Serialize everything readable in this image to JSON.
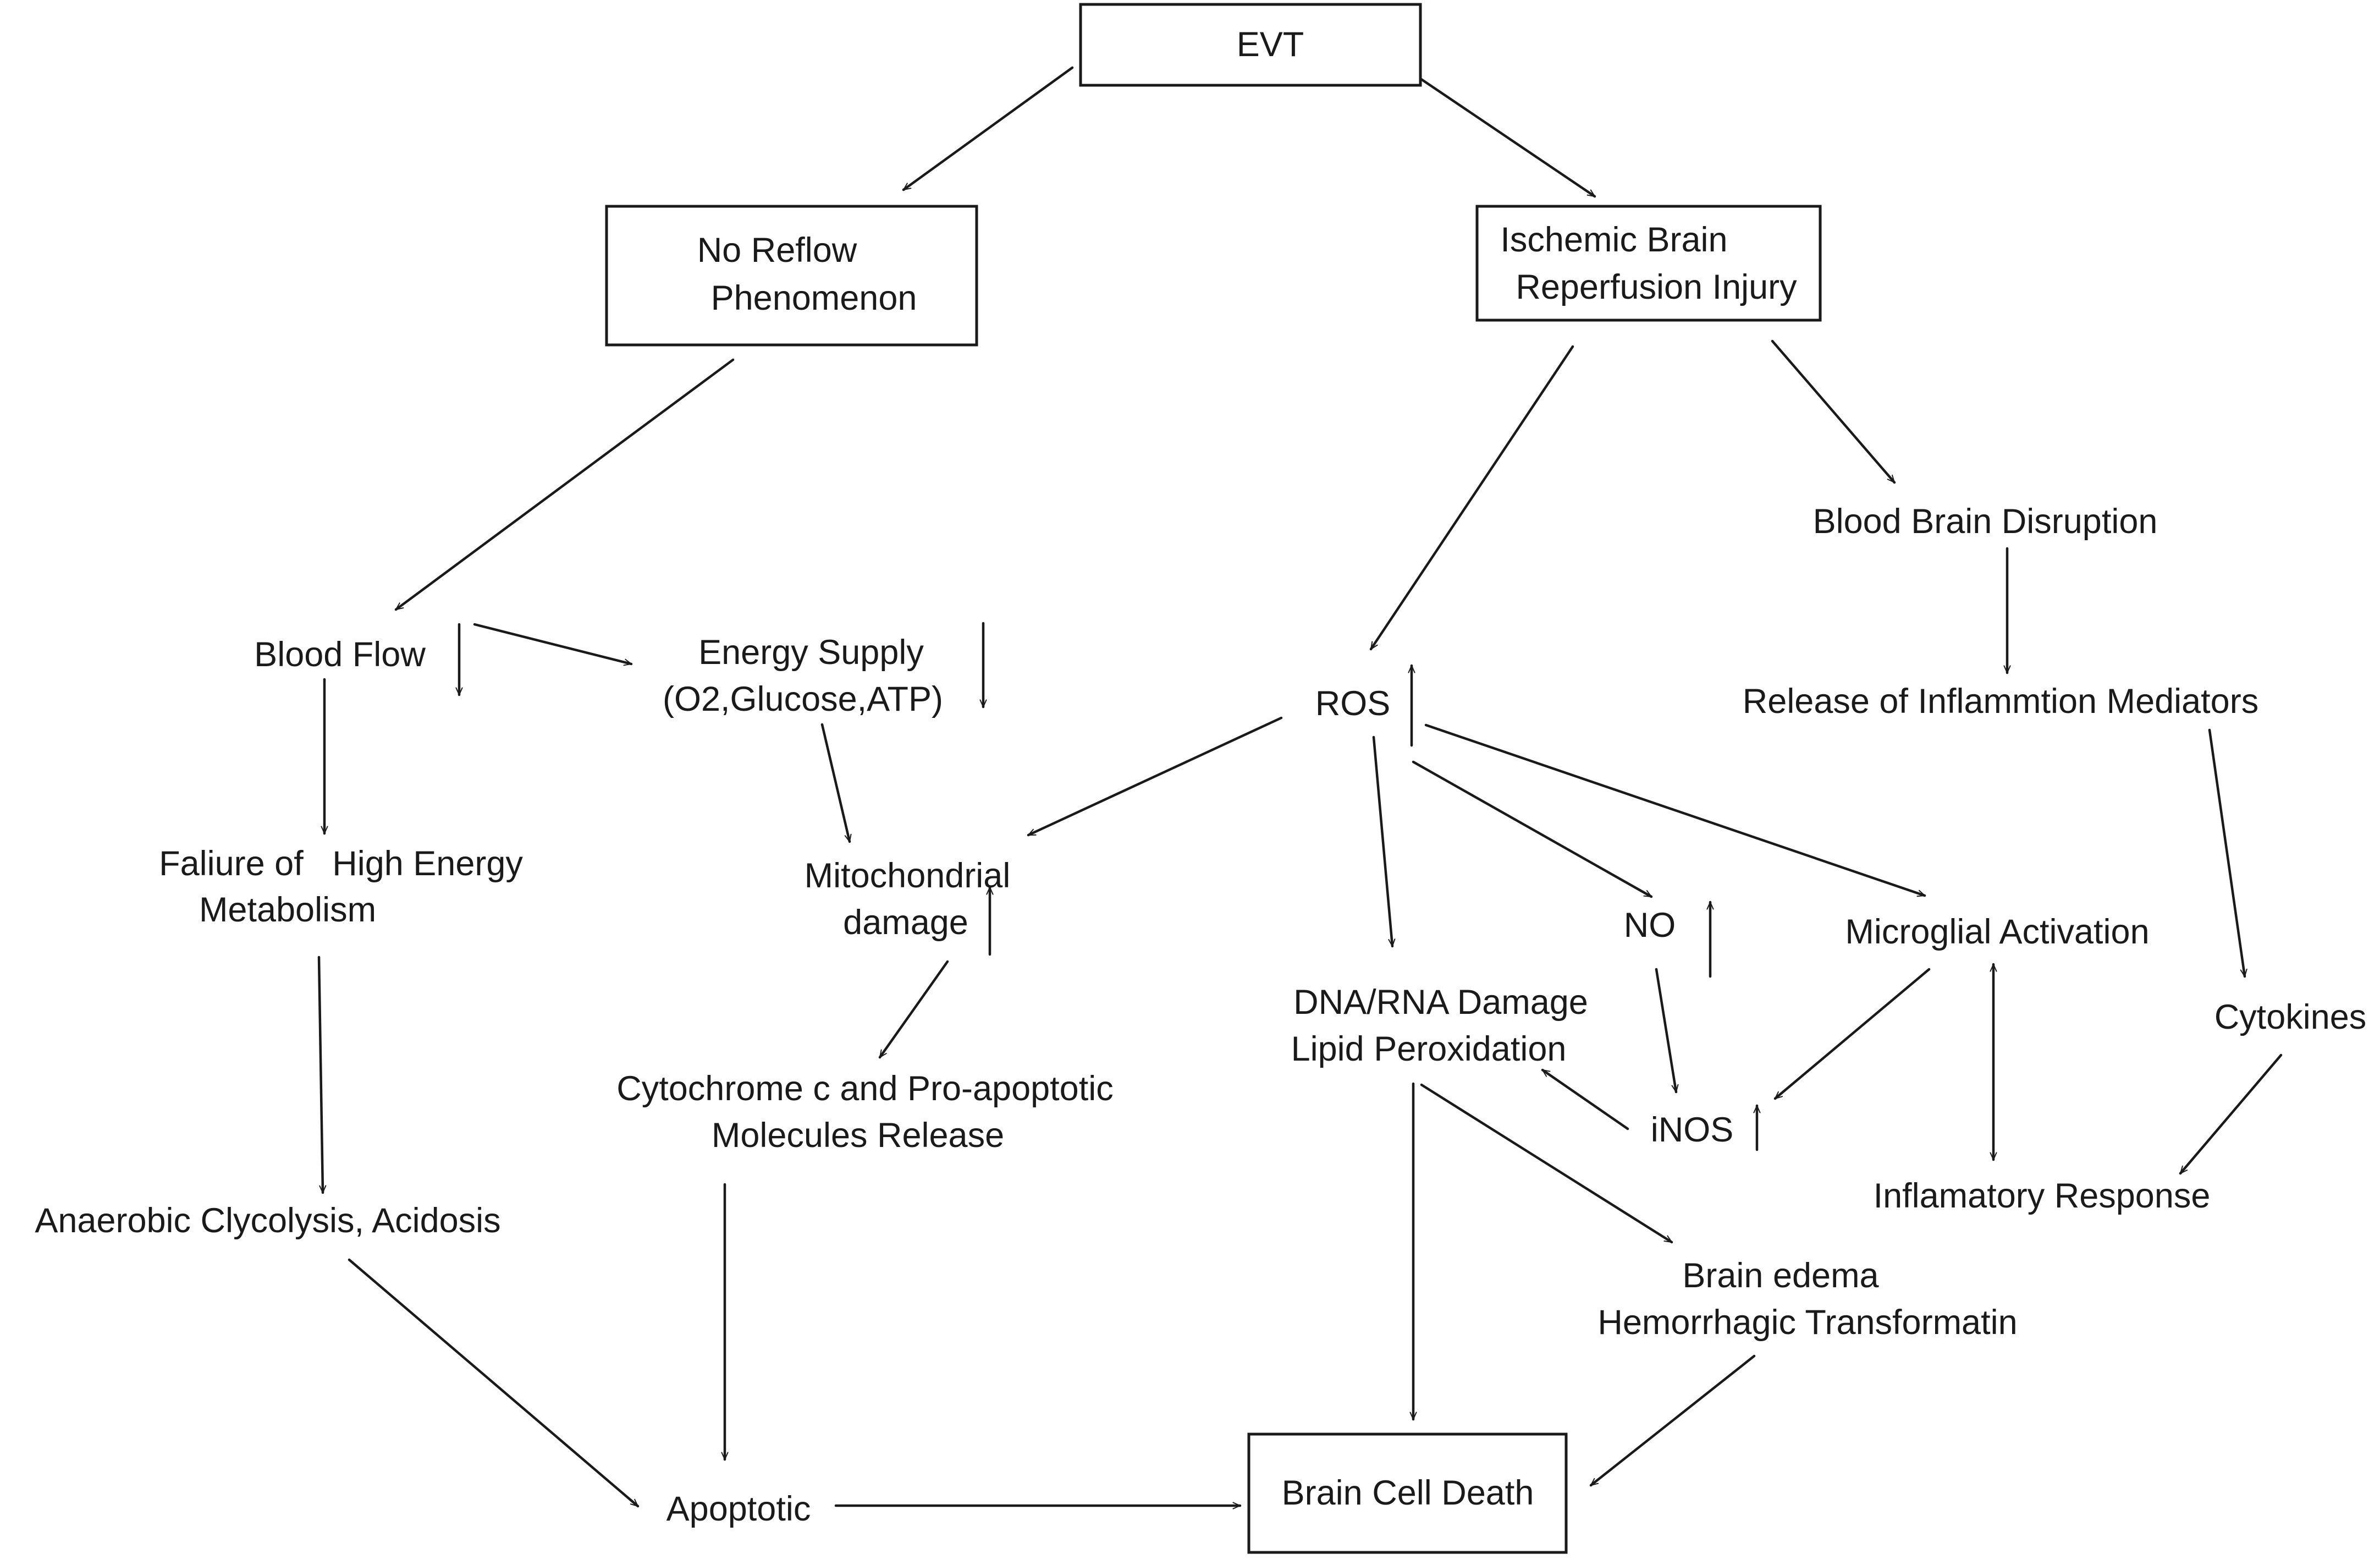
{
  "nodes": {
    "evt": "EVT",
    "no_reflow": [
      "No Reflow",
      "Phenomenon"
    ],
    "ischemic": [
      "Ischemic Brain",
      "Reperfusion Injury"
    ],
    "blood_flow": "Blood Flow",
    "energy_supply": [
      "Energy Supply",
      "(O2,Glucose,ATP)"
    ],
    "ros": "ROS",
    "bbb_disruption": "Blood Brain Disruption",
    "release_mediators": "Release of Inflammtion Mediators",
    "failure_metabolism": [
      "Faliure of   High Energy",
      "Metabolism"
    ],
    "mito_damage": [
      "Mitochondrial",
      "damage"
    ],
    "no": "NO",
    "microglial": "Microglial Activation",
    "dna_damage": [
      "DNA/RNA Damage",
      "Lipid Peroxidation"
    ],
    "cytokines": "Cytokines",
    "cytochrome": [
      "Cytochrome c and Pro-apoptotic",
      "Molecules Release"
    ],
    "inos": "iNOS",
    "inflammatory": "Inflamatory Response",
    "anaerobic": "Anaerobic Clycolysis, Acidosis",
    "edema": [
      "Brain edema",
      "Hemorrhagic Transformatin"
    ],
    "apoptotic": "Apoptotic",
    "brain_cell_death": "Brain Cell Death"
  }
}
